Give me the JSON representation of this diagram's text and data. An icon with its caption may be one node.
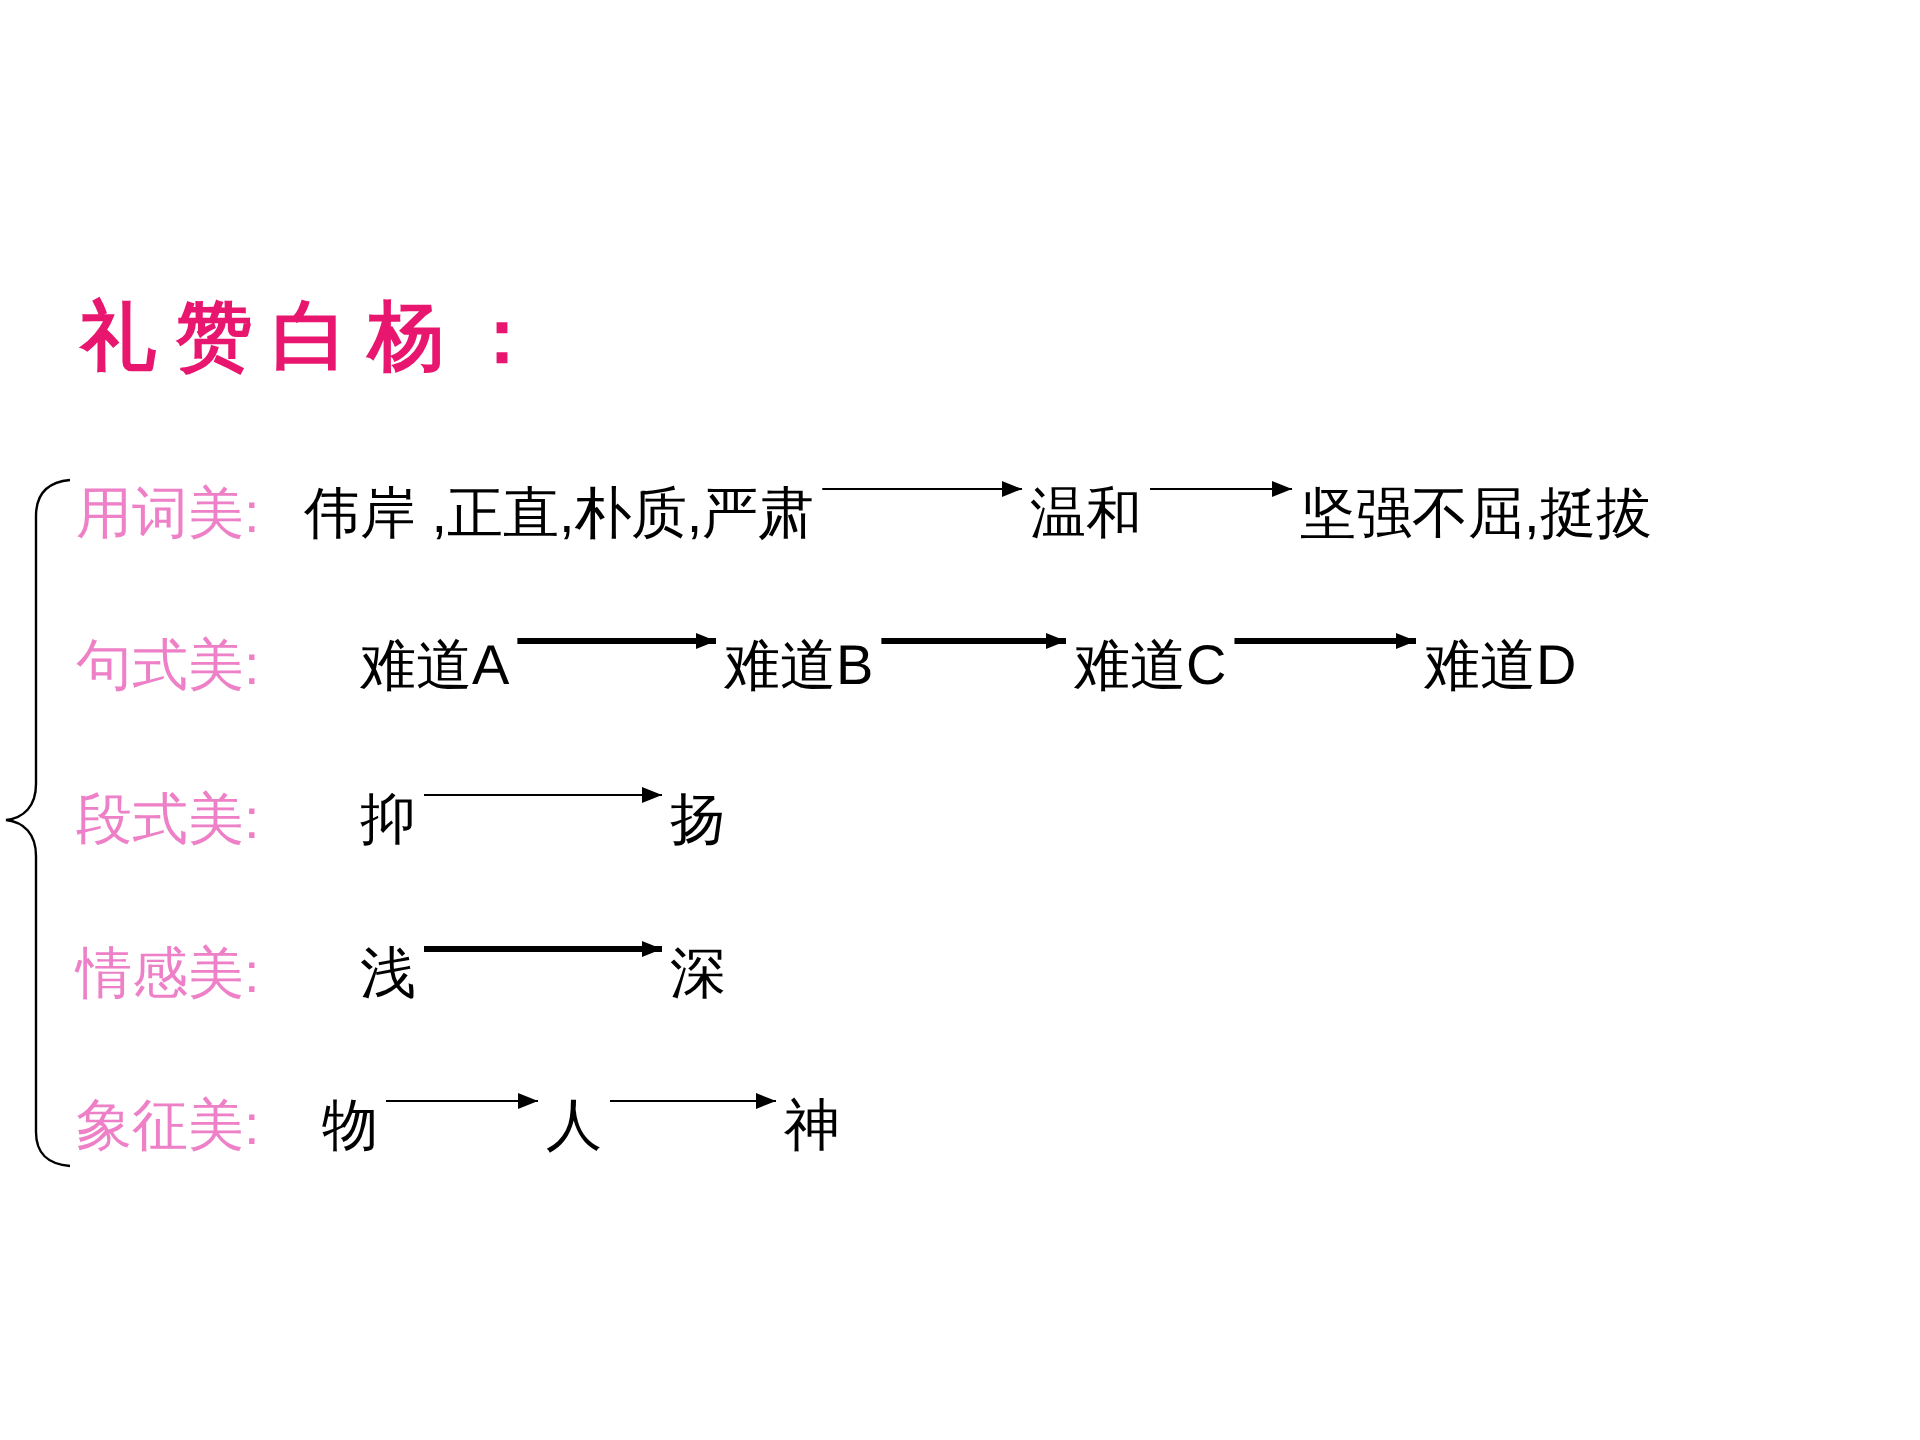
{
  "diagram": {
    "title": "礼赞白杨：",
    "nodes": [
      {
        "text": [
          "伟岸 ,正直,朴质,严肃"
        ]
      },
      {
        "text": [
          "温和"
        ]
      },
      {
        "text": [
          "坚强不屈,挺拔"
        ]
      },
      {
        "text": [
          "难道A"
        ]
      },
      {
        "text": [
          "难道B"
        ]
      },
      {
        "text": [
          "难道C"
        ]
      },
      {
        "text": [
          "难道D"
        ]
      },
      {
        "text": [
          "抑"
        ]
      },
      {
        "text": [
          "扬"
        ]
      },
      {
        "text": [
          "浅"
        ]
      },
      {
        "text": [
          "深"
        ]
      },
      {
        "text": [
          "物"
        ]
      },
      {
        "text": [
          "人"
        ]
      },
      {
        "text": [
          "神"
        ]
      }
    ],
    "edges": [
      {
        "from": 0,
        "to": 1,
        "arrow": "to"
      },
      {
        "from": 1,
        "to": 2,
        "arrow": "to"
      },
      {
        "from": 3,
        "to": 4,
        "arrow": "to",
        "style": "thick"
      },
      {
        "from": 4,
        "to": 5,
        "arrow": "to",
        "style": "thick"
      },
      {
        "from": 5,
        "to": 6,
        "arrow": "to",
        "style": "thick"
      },
      {
        "from": 7,
        "to": 8,
        "arrow": "to"
      },
      {
        "from": 9,
        "to": 10,
        "arrow": "to",
        "style": "thick"
      },
      {
        "from": 11,
        "to": 12,
        "arrow": "to"
      },
      {
        "from": 12,
        "to": 13,
        "arrow": "to"
      }
    ],
    "labels": [
      "用词美:",
      "句式美:",
      "段式美:",
      "情感美:",
      "象征美:"
    ]
  }
}
